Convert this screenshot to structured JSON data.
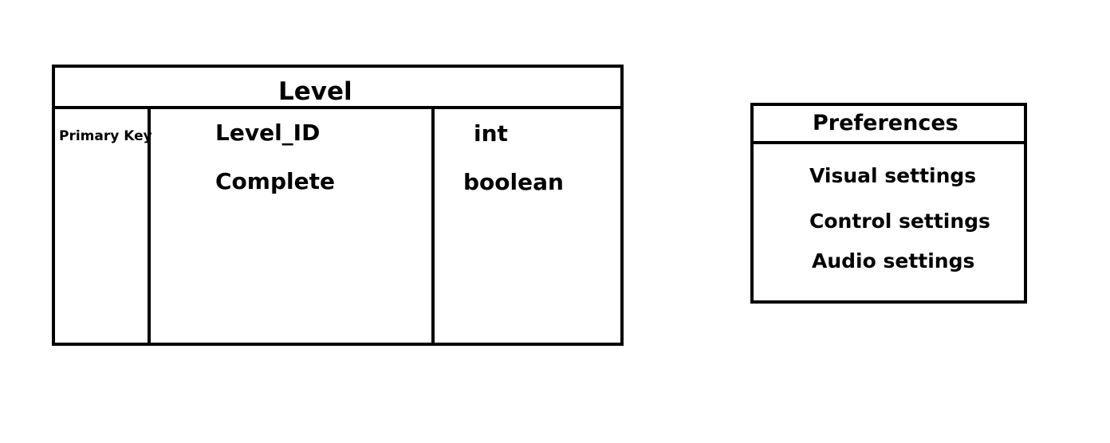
{
  "level": {
    "title": "Level",
    "primary_key_label": "Primary Key",
    "attributes": [
      {
        "name": "Level_ID",
        "type": "int"
      },
      {
        "name": "Complete",
        "type": "boolean"
      }
    ]
  },
  "preferences": {
    "title": "Preferences",
    "items": [
      "Visual settings",
      "Control settings",
      "Audio settings"
    ]
  }
}
